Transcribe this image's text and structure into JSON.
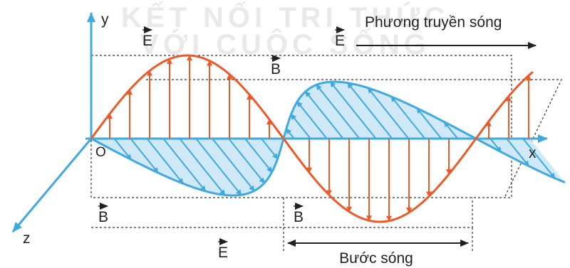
{
  "watermark": {
    "line1": "KẾT NỐI TRI THỨC",
    "line2": "VỚI CUỘC SỐNG"
  },
  "axes": {
    "y": "y",
    "x": "x",
    "z": "z",
    "origin": "O"
  },
  "vectors": {
    "e": "E",
    "b": "B"
  },
  "annotations": {
    "propagation": "Phương truyền sóng",
    "wavelength": "Bước sóng"
  },
  "colors": {
    "electric_field": "#ea5a2a",
    "magnetic_field": "#3fa9e0",
    "magnetic_fill": "#cfe9f8",
    "axis": "#3fa9e0",
    "text": "#231f20"
  }
}
